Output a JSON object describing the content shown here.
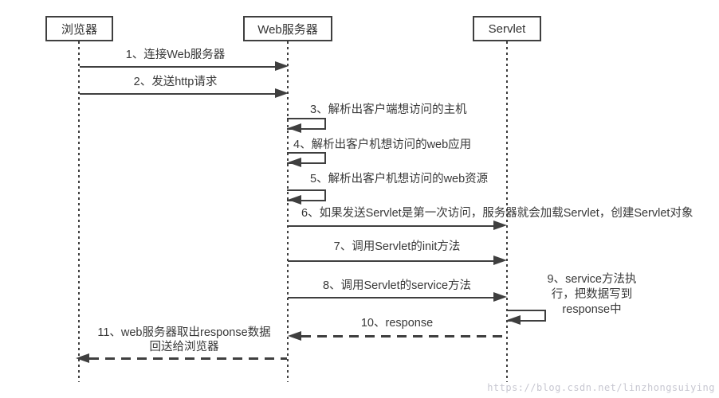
{
  "diagram": {
    "type": "uml-sequence-diagram",
    "actors": [
      {
        "label": "浏览器"
      },
      {
        "label": "Web服务器"
      },
      {
        "label": "Servlet"
      }
    ],
    "messages": [
      {
        "label": "1、连接Web服务器",
        "from": "浏览器",
        "to": "Web服务器",
        "line": "solid"
      },
      {
        "label": "2、发送http请求",
        "from": "浏览器",
        "to": "Web服务器",
        "line": "solid"
      },
      {
        "label": "3、解析出客户端想访问的主机",
        "from": "Web服务器",
        "to": "Web服务器",
        "line": "self"
      },
      {
        "label": "4、解析出客户机想访问的web应用",
        "from": "Web服务器",
        "to": "Web服务器",
        "line": "self"
      },
      {
        "label": "5、解析出客户机想访问的web资源",
        "from": "Web服务器",
        "to": "Web服务器",
        "line": "self"
      },
      {
        "label": "6、如果发送Servlet是第一次访问，服务器就会加载Servlet，创建Servlet对象",
        "from": "Web服务器",
        "to": "Servlet",
        "line": "solid"
      },
      {
        "label": "7、调用Servlet的init方法",
        "from": "Web服务器",
        "to": "Servlet",
        "line": "solid"
      },
      {
        "label": "8、调用Servlet的service方法",
        "from": "Web服务器",
        "to": "Servlet",
        "line": "solid"
      },
      {
        "label": "9、service方法执\n行，把数据写到\nresponse中",
        "from": "Servlet",
        "to": "Servlet",
        "line": "self"
      },
      {
        "label": "10、response",
        "from": "Servlet",
        "to": "Web服务器",
        "line": "dashed"
      },
      {
        "label": "11、web服务器取出response数据\n回送给浏览器",
        "from": "Web服务器",
        "to": "浏览器",
        "line": "dashed"
      }
    ],
    "watermark": "https://blog.csdn.net/linzhongsuiying",
    "colors": {
      "line": "#3f3f3f",
      "text": "#383838",
      "watermark": "#c7c7d1",
      "background": "#ffffff"
    }
  }
}
